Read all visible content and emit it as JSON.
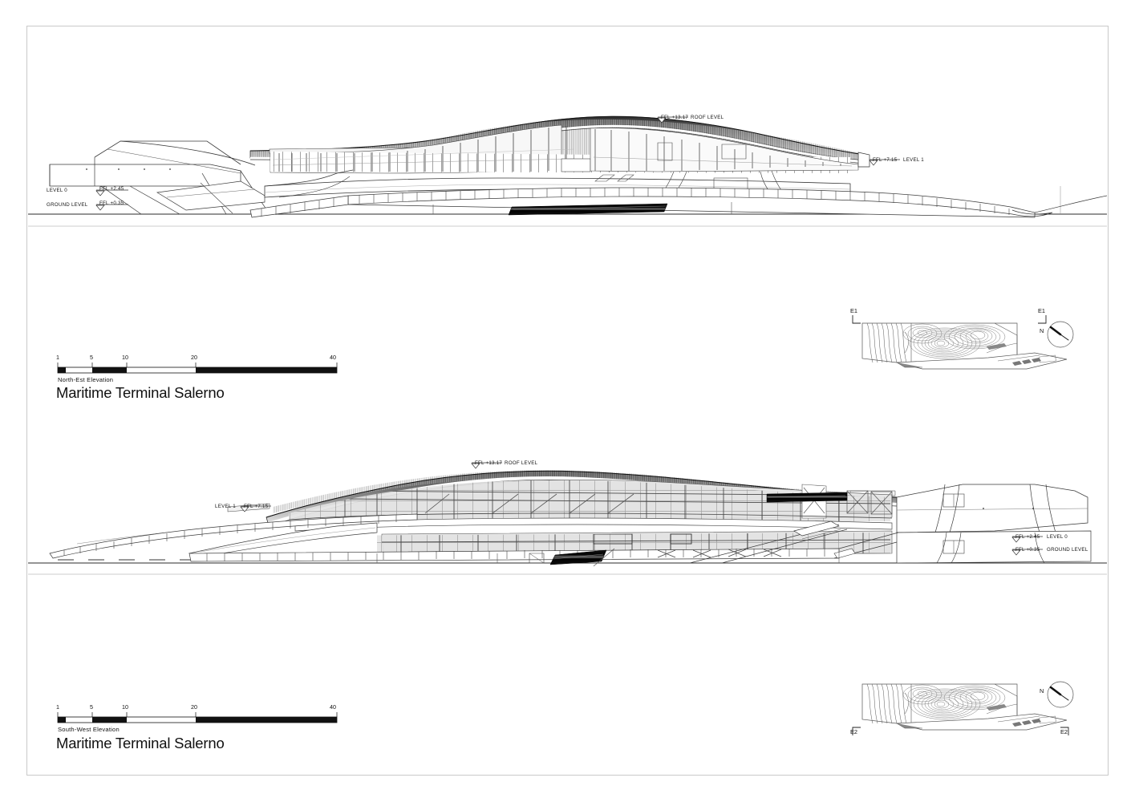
{
  "sheet": {
    "background_color": "#ffffff",
    "border_color": "#c9c9c9",
    "line_color": "#333333"
  },
  "drawings": [
    {
      "id": "north-east-elevation",
      "caption": "North-Est Elevation",
      "title": "Maritime Terminal Salerno",
      "scale_bar": {
        "ticks": [
          "1",
          "5",
          "10",
          "20",
          "40"
        ],
        "tick_positions_pct": [
          0,
          12.5,
          25,
          50,
          100
        ]
      },
      "annotations": [
        {
          "level_name": "LEVEL 0",
          "ffl": "FFL  +2.45",
          "side": "left"
        },
        {
          "level_name": "GROUND LEVEL",
          "ffl": "FFL  +0.35",
          "side": "left"
        },
        {
          "level_name": "ROOF LEVEL",
          "ffl": "FFL  +13.17",
          "side": "right"
        },
        {
          "level_name": "LEVEL 1",
          "ffl": "FFL  +7.15",
          "side": "right"
        }
      ],
      "key_plan": {
        "section_tag_left": "E1",
        "section_tag_right": "E1",
        "tag_position": "top",
        "compass_label": "N"
      }
    },
    {
      "id": "south-west-elevation",
      "caption": "South-West Elevation",
      "title": "Maritime Terminal Salerno",
      "scale_bar": {
        "ticks": [
          "1",
          "5",
          "10",
          "20",
          "40"
        ],
        "tick_positions_pct": [
          0,
          12.5,
          25,
          50,
          100
        ]
      },
      "annotations": [
        {
          "level_name": "LEVEL 1",
          "ffl": "FFL  +7.15",
          "side": "left"
        },
        {
          "level_name": "ROOF LEVEL",
          "ffl": "FFL  +13.17",
          "side": "top"
        },
        {
          "level_name": "LEVEL 0",
          "ffl": "FFL  +2.45",
          "side": "right"
        },
        {
          "level_name": "GROUND LEVEL",
          "ffl": "FFL  +0.35",
          "side": "right"
        }
      ],
      "key_plan": {
        "section_tag_left": "E2",
        "section_tag_right": "E2",
        "tag_position": "bottom",
        "compass_label": "N"
      }
    }
  ],
  "top": {
    "roof_ffl": "FFL  +13.17",
    "roof_name": "ROOF LEVEL",
    "level1_ffl": "FFL  +7.15",
    "level1_name": "LEVEL 1",
    "level0_name": "LEVEL 0",
    "level0_ffl": "FFL  +2.45",
    "ground_name": "GROUND LEVEL",
    "ground_ffl": "FFL  +0.35",
    "caption": "North-Est Elevation",
    "title": "Maritime Terminal Salerno",
    "s1": "1",
    "s5": "5",
    "s10": "10",
    "s20": "20",
    "s40": "40",
    "tag_left": "E1",
    "tag_right": "E1",
    "north": "N"
  },
  "bottom": {
    "roof_ffl": "FFL  +13.17",
    "roof_name": "ROOF LEVEL",
    "level1_ffl": "FFL  +7.15",
    "level1_name": "LEVEL 1",
    "level0_name": "LEVEL 0",
    "level0_ffl": "FFL  +2.45",
    "ground_name": "GROUND LEVEL",
    "ground_ffl": "FFL  +0.35",
    "caption": "South-West Elevation",
    "title": "Maritime Terminal Salerno",
    "s1": "1",
    "s5": "5",
    "s10": "10",
    "s20": "20",
    "s40": "40",
    "tag_left": "E2",
    "tag_right": "E2",
    "north": "N"
  }
}
